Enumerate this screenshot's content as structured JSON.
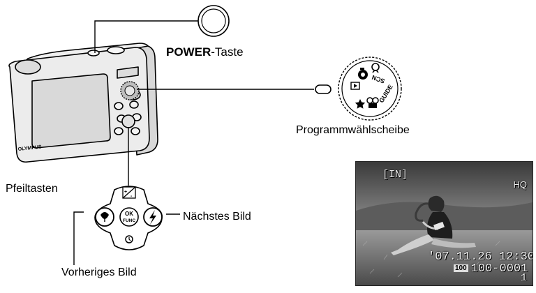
{
  "labels": {
    "power_prefix": "POWER",
    "power_suffix": "-Taste",
    "dial": "Programmwählscheibe",
    "arrow_keys": "Pfeiltasten",
    "next_image": "Nächstes Bild",
    "prev_image": "Vorheriges Bild"
  },
  "camera": {
    "brand": "OLYMPUS"
  },
  "dial_marks": {
    "guide": "GUIDE",
    "scn": "SCN"
  },
  "buttons": {
    "ok_line1": "OK",
    "ok_line2": "FUNC"
  },
  "screen": {
    "memory": "[IN]",
    "quality": "HQ",
    "datetime": "'07.11.26  12:30",
    "file_tag": "100",
    "file_number": "100-0001",
    "frame_count": "1"
  },
  "colors": {
    "line": "#000000",
    "camera_body": "#e8e8e8",
    "lcd": "#d9d9d9",
    "sky": "#8a8a8a",
    "grass": "#6b6b6b"
  }
}
